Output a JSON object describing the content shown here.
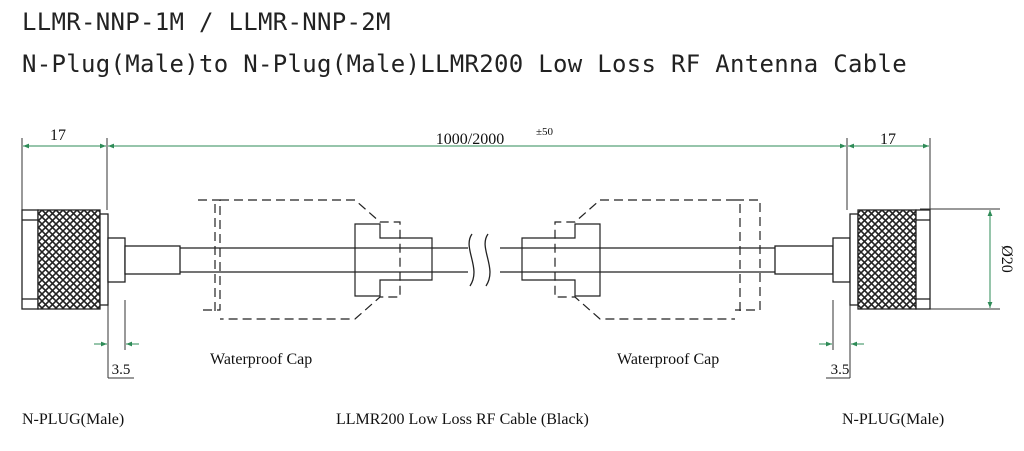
{
  "header": {
    "part_numbers": "LLMR-NNP-1M / LLMR-NNP-2M",
    "description": "N-Plug(Male)to N-Plug(Male)LLMR200 Low Loss RF Antenna Cable"
  },
  "dimensions": {
    "left_length": "17",
    "total_length": "1000/2000",
    "tolerance": "±50",
    "right_length": "17",
    "diameter": "Ø20",
    "left_pin": "3.5",
    "right_pin": "3.5"
  },
  "labels": {
    "left_cap": "Waterproof Cap",
    "right_cap": "Waterproof Cap",
    "left_connector": "N-PLUG(Male)",
    "cable": "LLMR200 Low Loss RF Cable (Black)",
    "right_connector": "N-PLUG(Male)"
  }
}
